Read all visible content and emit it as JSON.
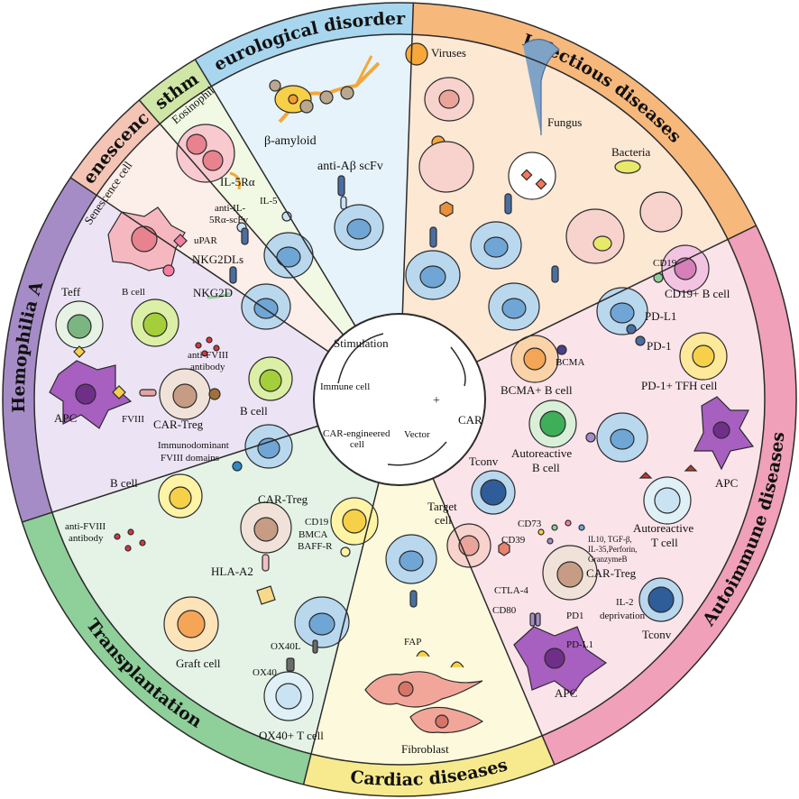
{
  "colors": {
    "outline": "#2b2b2b",
    "immune_cell_fill": "#b9d8ee",
    "immune_nucleus": "#6fa6d6",
    "receptor_dark": "#4a6ea0",
    "receptor_light": "#c9e3f3"
  },
  "sectors": [
    {
      "id": "neurological",
      "label": "Neurological disorders",
      "ring_color": "#a8d6ee",
      "bg_color": "#e6f3fa"
    },
    {
      "id": "infectious",
      "label": "Infectious diseases",
      "ring_color": "#f7b87c",
      "bg_color": "#fde8d4"
    },
    {
      "id": "autoimmune",
      "label": "Autoimmune diseases",
      "ring_color": "#f0a0b8",
      "bg_color": "#fbe3ea"
    },
    {
      "id": "cardiac",
      "label": "Cardiac diseases",
      "ring_color": "#f7ea8e",
      "bg_color": "#fdf9dc"
    },
    {
      "id": "transplantation",
      "label": "Transplantation",
      "ring_color": "#8fcf9a",
      "bg_color": "#e4f3e6"
    },
    {
      "id": "hemophilia",
      "label": "Hemophilia A",
      "ring_color": "#a68cc6",
      "bg_color": "#ece4f4"
    },
    {
      "id": "senescence",
      "label": "Senescence",
      "ring_color": "#f4c4b4",
      "bg_color": "#fceee8"
    },
    {
      "id": "asthma",
      "label": "Asthma",
      "ring_color": "#cfe6a6",
      "bg_color": "#f1f8e4"
    }
  ],
  "center": {
    "stimulation": "Stimulation",
    "immune_cell": "Immune cell",
    "vector": "Vector",
    "plus": "+",
    "car": "CAR",
    "car_engineered": "CAR-engineered",
    "cell": "cell"
  },
  "neurological": {
    "beta_amyloid": "β-amyloid",
    "anti_abeta": "anti-Aβ scFv"
  },
  "asthma": {
    "eosinophil": "Eosinophil",
    "il5ra": "IL-5Rα",
    "anti_il_line1": "anti-IL-",
    "anti_il_line2": "5Rα-scFv",
    "il5": "IL-5"
  },
  "senescence": {
    "cell": "Senescence cell",
    "upar": "uPAR",
    "nkg2dls": "NKG2DLs",
    "nkg2d": "NKG2D"
  },
  "infectious": {
    "viruses": "Viruses",
    "fungus": "Fungus",
    "bacteria": "Bacteria"
  },
  "autoimmune": {
    "cd19": "CD19",
    "cd19_bcell": "CD19+ B cell",
    "pdl1_top": "PD-L1",
    "pd1_top": "PD-1",
    "bcma": "BCMA",
    "bcma_bcell": "BCMA+ B cell",
    "pd1_tfh": "PD-1+ TFH cell",
    "autoreactive_b_line1": "Autoreactive",
    "autoreactive_b_line2": "B cell",
    "apc_top": "APC",
    "autoreactive_t_line1": "Autoreactive",
    "autoreactive_t_line2": "T cell",
    "tconv_top": "Tconv",
    "target_line1": "Target",
    "target_line2": "cell",
    "cd73": "CD73",
    "cd39": "CD39",
    "cytokines_line1": "IL10, TGF-β,",
    "cytokines_line2": "IL-35,Perforin,",
    "cytokines_line3": "GranzymeB",
    "car_treg": "CAR-Treg",
    "ctla4": "CTLA-4",
    "cd80": "CD80",
    "pd1_low": "PD1",
    "pdl1_low": "PD-L1",
    "il2_line1": "IL-2",
    "il2_line2": "deprivation",
    "tconv_low": "Tconv",
    "apc_low": "APC"
  },
  "cardiac": {
    "fap": "FAP",
    "fibroblast": "Fibroblast"
  },
  "transplantation": {
    "car_treg": "CAR-Treg",
    "hla": "HLA-A2",
    "graft": "Graft cell",
    "cd19": "CD19",
    "bmca": "BMCA",
    "baffr": "BAFF-R",
    "ox40l": "OX40L",
    "ox40": "OX40",
    "ox40_tcell": "OX40+ T cell"
  },
  "hemophilia": {
    "teff": "Teff",
    "bcell_top": "B cell",
    "anti_fviii_line1": "anti-FVIII",
    "anti_fviii_line2": "antibody",
    "apc": "APC",
    "fviii": "FVIII",
    "car_treg": "CAR-Treg",
    "bcell_right": "B cell",
    "immuno_line1": "Immunodominant",
    "immuno_line2": "FVIII domains",
    "bcell_low": "B cell",
    "anti_fviii_low_line1": "anti-FVIII",
    "anti_fviii_low_line2": "antibody"
  }
}
